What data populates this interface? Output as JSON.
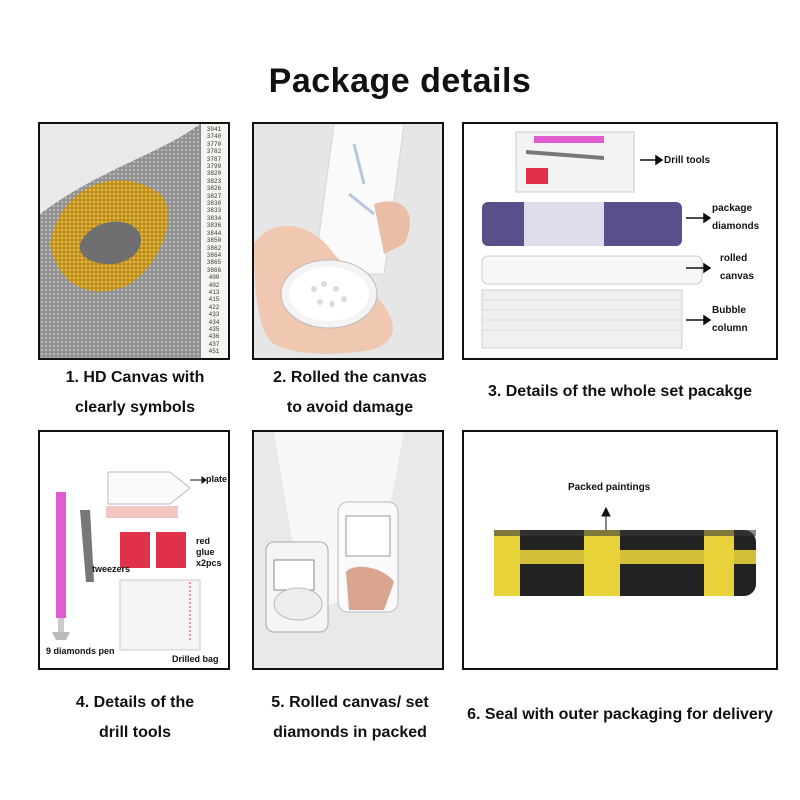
{
  "page": {
    "title": "Package details"
  },
  "panels": [
    {
      "caption_line1": "1. HD Canvas with",
      "caption_line2": "clearly symbols",
      "code_column": [
        "3041",
        "3740",
        "3770",
        "3782",
        "3787",
        "3799",
        "3820",
        "3823",
        "3826",
        "3827",
        "3830",
        "3833",
        "3834",
        "3836",
        "3844",
        "3850",
        "3862",
        "3864",
        "3865",
        "3866",
        "400",
        "402",
        "413",
        "415",
        "422",
        "433",
        "434",
        "435",
        "436",
        "437",
        "451"
      ]
    },
    {
      "caption_line1": "2. Rolled the canvas",
      "caption_line2": "to avoid damage"
    },
    {
      "caption": "3. Details of the whole set pacakge",
      "labels": {
        "drill_tools": "Drill tools",
        "package_l1": "package",
        "package_l2": "diamonds",
        "rolled_l1": "rolled",
        "rolled_l2": "canvas",
        "bubble_l1": "Bubble",
        "bubble_l2": "column"
      }
    },
    {
      "caption_line1": "4. Details of the",
      "caption_line2": "drill tools",
      "labels": {
        "plate": "plate",
        "red_glue": "red glue",
        "red_glue_qty": "x2pcs",
        "tweezers": "tweezers",
        "pen": "9 diamonds pen",
        "bag": "Drilled bag"
      }
    },
    {
      "caption_line1": "5. Rolled canvas/ set",
      "caption_line2": "diamonds in packed"
    },
    {
      "caption": "6. Seal with outer packaging for delivery",
      "labels": {
        "packed": "Packed paintings"
      }
    }
  ],
  "colors": {
    "border": "#111111",
    "yellow_tape": "#e8d23a",
    "black_wrap": "#222222",
    "pink_pen": "#e35bd0",
    "red_glue": "#e0304a"
  }
}
